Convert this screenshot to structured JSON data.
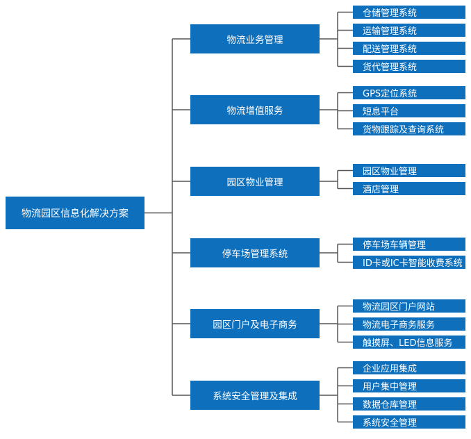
{
  "diagram": {
    "root": {
      "label": "物流园区信息化解决方案"
    },
    "branches": [
      {
        "label": "物流业务管理",
        "children": [
          "仓储管理系统",
          "运输管理系统",
          "配送管理系统",
          "货代管理系统"
        ]
      },
      {
        "label": "物流增值服务",
        "children": [
          "GPS定位系统",
          "短息平台",
          "货物跟踪及查询系统"
        ]
      },
      {
        "label": "园区物业管理",
        "children": [
          "园区物业管理",
          "酒店管理"
        ]
      },
      {
        "label": "停车场管理系统",
        "children": [
          "停车场车辆管理",
          "ID卡或IC卡智能收费系统"
        ]
      },
      {
        "label": "园区门户及电子商务",
        "children": [
          "物流园区门户网站",
          "物流电子商务服务",
          "触摸屏、LED信息服务"
        ]
      },
      {
        "label": "系统安全管理及集成",
        "children": [
          "企业应用集成",
          "用户集中管理",
          "数据仓库管理",
          "系统安全管理"
        ]
      }
    ],
    "colors": {
      "box": "#0e6fbd",
      "text": "#ffffff",
      "line": "#555555"
    }
  }
}
